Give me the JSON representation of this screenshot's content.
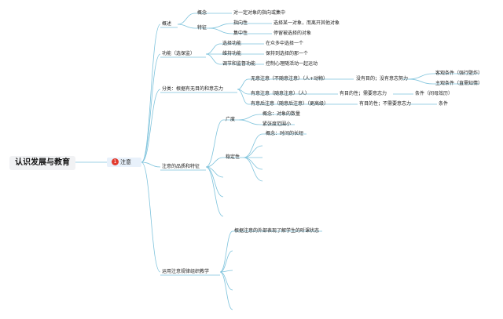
{
  "colors": {
    "link": "#7ec3dc",
    "badge": "#e23b2e"
  },
  "root": {
    "label": "认识发展与教育"
  },
  "main_topic": {
    "label": "注意",
    "badge": "1"
  },
  "branches": {
    "overview": {
      "label": "概述",
      "concept": {
        "label": "概念",
        "detail": "对一定对象的指向或集中"
      },
      "feature": {
        "label": "特征",
        "directivity": {
          "label": "指向性",
          "detail": "选择某一对象，而离开其他对象"
        },
        "concentration": {
          "label": "集中性",
          "detail": "停留被选择的对象"
        }
      }
    },
    "function": {
      "label": "功能（选保监）",
      "select": {
        "label": "选择功能",
        "detail": "在众多中选择一个"
      },
      "maintain": {
        "label": "维持功能",
        "detail": "保持到选择的那一个"
      },
      "regulate": {
        "label": "调节和监督功能",
        "detail": "控制心理随活动一起运动"
      }
    },
    "classification": {
      "label": "分类：根据有无目的和意志力",
      "involuntary": {
        "label": "无意注意（不随意注意）（人+动物）",
        "detail": "没有目的；没有意志努力",
        "objective": "客观条件（强行壁炸）",
        "subjective": "主观条件（直需知情）"
      },
      "voluntary": {
        "label": "有意注意（随意注意）（人）",
        "detail": "有目的性；需要意志力",
        "condition": "条件（间母效历）"
      },
      "post_voluntary": {
        "label": "有意后注意（随意后注意）（更高级）",
        "detail": "有目的性；不需要意志力",
        "condition": "条件"
      }
    },
    "qualities": {
      "label": "注意的品质和特征",
      "breadth": {
        "label": "广度",
        "concept": "概念：对象的数量",
        "nervous": "紧张度范围小"
      },
      "stability": {
        "label": "稳定性",
        "concept": "概念：时间的长短"
      }
    },
    "teaching": {
      "label": "运用注意规律组织教学",
      "first": "根据注意的外部表现了解学生的听课状态"
    }
  }
}
